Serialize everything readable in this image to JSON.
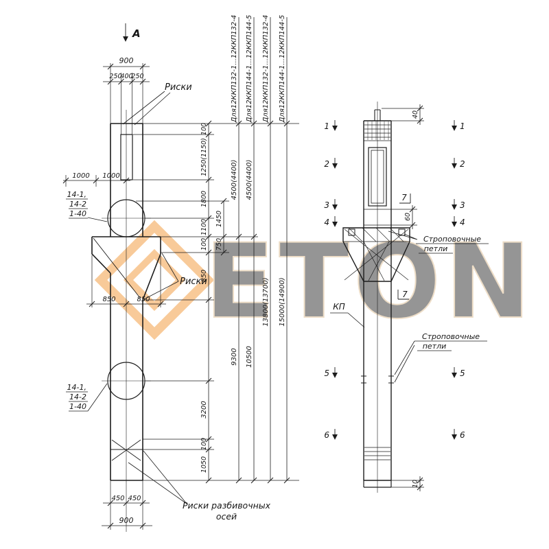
{
  "watermark": {
    "brand": "ETON",
    "accent": "#f08c1e"
  },
  "front_view": {
    "section_label": "А",
    "riski_top": "Риски",
    "riski_mid": "Риски",
    "riski_axes_line1": "Риски разбивочных",
    "riski_axes_line2": "осей",
    "hole_label_top": {
      "l1": "14-1,",
      "l2": "14-2",
      "l3": "1-40"
    },
    "hole_label_bottom": {
      "l1": "14-1,",
      "l2": "14-2",
      "l3": "1-40"
    },
    "variant_headers": [
      "Для12ККП132-1...12ККП132-4",
      "Для12ККП144-1...12ККП144-5",
      "Для12ККП132-1...12ККП132-4",
      "Для12ККП144-1...12ККП144-5"
    ],
    "dims": {
      "top_width": "900",
      "top_left": "250",
      "top_mid": "400",
      "top_right": "250",
      "left_1000_a": "1000",
      "left_1000_b": "1000",
      "c1_100_top": "100",
      "c1_1250": "1250(1150)",
      "c1_1800": "1800",
      "c1_1100": "1100",
      "c1_100_console": "100",
      "c1_850": "850",
      "c1_3200": "3200",
      "c1_100_bottom": "100",
      "c1_1050": "1050",
      "c2_1450": "1450",
      "c2_750": "750",
      "c3_4500": "4500(4400)",
      "c3_9300": "9300",
      "c4_4500": "4500(4400)",
      "c4_10500": "10500",
      "c5_total": "13800(13700)",
      "c6_total": "15000(14900)",
      "console_850_a": "850",
      "console_850_b": "850",
      "bottom_450_a": "450",
      "bottom_450_b": "450",
      "bottom_width": "900"
    }
  },
  "side_view": {
    "kp_label": "КП",
    "strop_top": {
      "l1": "Строповочные",
      "l2": "петли"
    },
    "strop_bottom": {
      "l1": "Строповочные",
      "l2": "петли"
    },
    "dims": {
      "top_40": "40",
      "mid_60": "60",
      "bottom_10": "10"
    },
    "sections": {
      "s1": "1",
      "s2": "2",
      "s3": "3",
      "s4": "4",
      "s5": "5",
      "s6": "6",
      "s7_top": "7",
      "s7_bottom": "7"
    }
  }
}
